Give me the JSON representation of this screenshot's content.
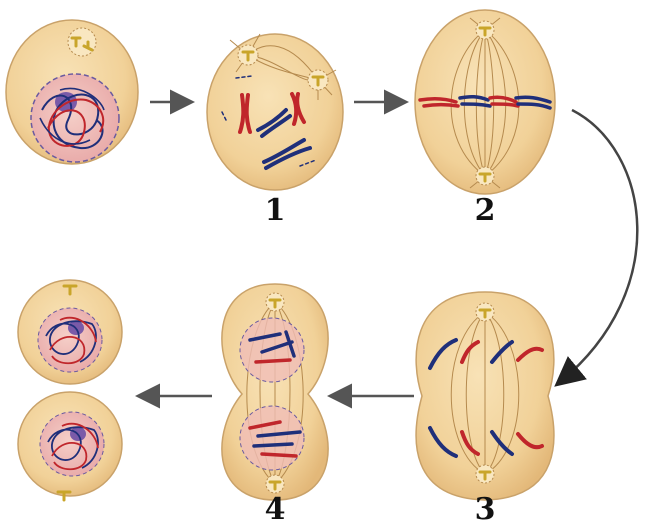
{
  "diagram": {
    "stage_labels": [
      "1",
      "2",
      "3",
      "4"
    ],
    "colors": {
      "cytoplasm": "#f3d49c",
      "cytoplasm_edge": "#c9a26a",
      "nucleus": "#eeb7b4",
      "nucleus_edge": "#6a5aa0",
      "nucleolus": "#7a5aa8",
      "chromatid_blue": "#1f2f7a",
      "chromatid_red": "#c0262b",
      "spindle": "#b58a4e",
      "centrosome": "#c9a52a",
      "arrow": "#555555"
    },
    "icons": [
      "centrosome-icon",
      "arrow-right-icon",
      "arrow-left-icon",
      "curved-arrow-icon"
    ]
  }
}
